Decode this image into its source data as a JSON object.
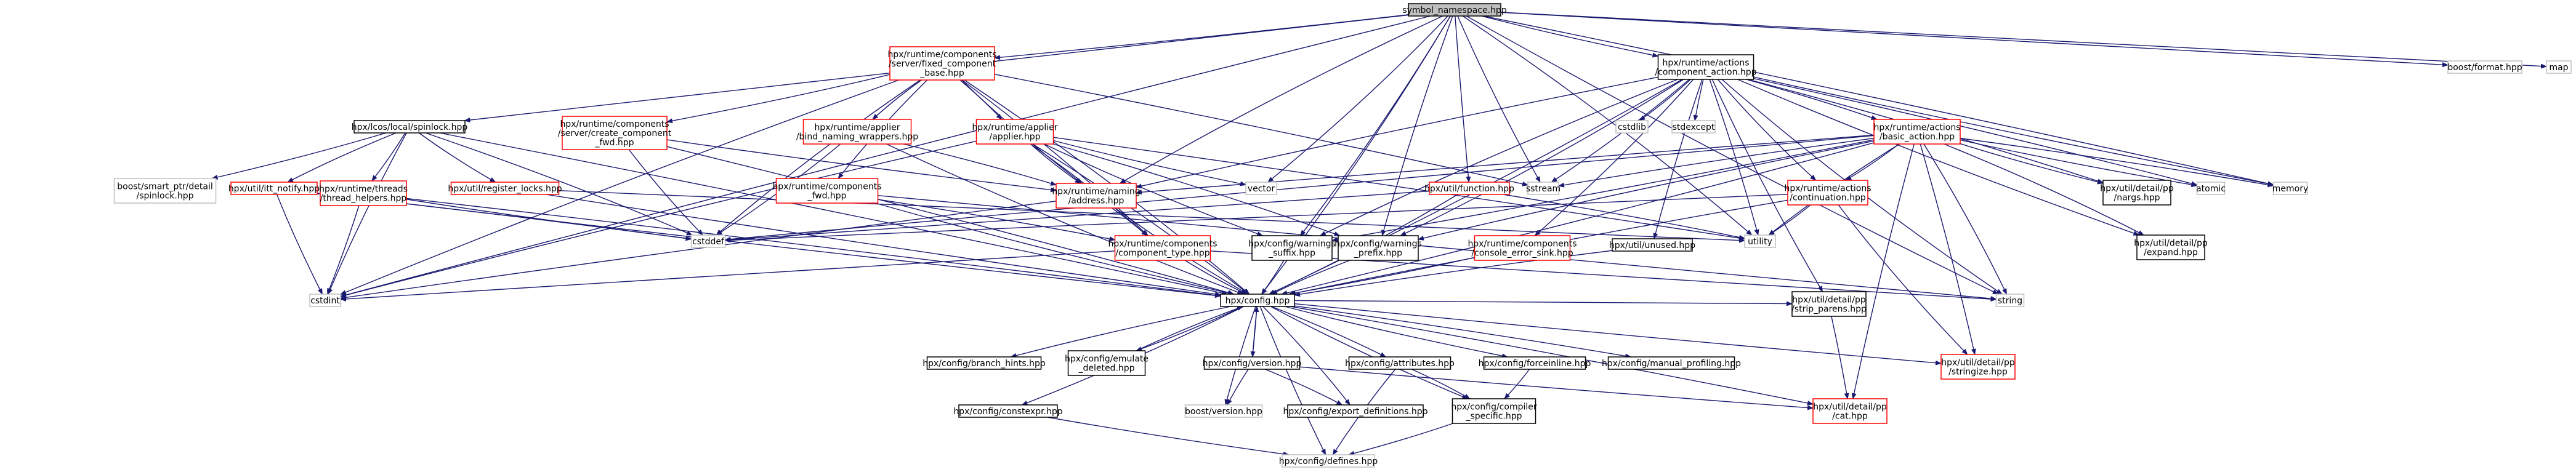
{
  "colors": {
    "background": "#ffffff",
    "root_fill": "#bfbfbf",
    "root_border": "#000000",
    "documented_border": "#000000",
    "undocumented_border": "#ff0000",
    "external_border": "#bfbfbf",
    "edge": "#191970",
    "text": "#000000"
  },
  "nodes": [
    {
      "id": "root",
      "kind": "root",
      "lines": [
        "symbol_namespace.hpp"
      ]
    },
    {
      "id": "fixed_component_base",
      "kind": "undocumented",
      "lines": [
        "hpx/runtime/components",
        "/server/fixed_component",
        "_base.hpp"
      ]
    },
    {
      "id": "component_action",
      "kind": "documented",
      "lines": [
        "hpx/runtime/actions",
        "/component_action.hpp"
      ]
    },
    {
      "id": "boost_format",
      "kind": "external",
      "lines": [
        "boost/format.hpp"
      ]
    },
    {
      "id": "map",
      "kind": "external",
      "lines": [
        "map"
      ]
    },
    {
      "id": "spinlock",
      "kind": "documented",
      "lines": [
        "hpx/lcos/local/spinlock.hpp"
      ]
    },
    {
      "id": "create_component_fwd",
      "kind": "undocumented",
      "lines": [
        "hpx/runtime/components",
        "/server/create_component",
        "_fwd.hpp"
      ]
    },
    {
      "id": "bind_naming_wrappers",
      "kind": "undocumented",
      "lines": [
        "hpx/runtime/applier",
        "/bind_naming_wrappers.hpp"
      ]
    },
    {
      "id": "applier",
      "kind": "undocumented",
      "lines": [
        "hpx/runtime/applier",
        "/applier.hpp"
      ]
    },
    {
      "id": "components_fwd",
      "kind": "undocumented",
      "lines": [
        "hpx/runtime/components",
        "_fwd.hpp"
      ]
    },
    {
      "id": "cstdlib",
      "kind": "external",
      "lines": [
        "cstdlib"
      ]
    },
    {
      "id": "stdexcept",
      "kind": "external",
      "lines": [
        "stdexcept"
      ]
    },
    {
      "id": "basic_action",
      "kind": "undocumented",
      "lines": [
        "hpx/runtime/actions",
        "/basic_action.hpp"
      ]
    },
    {
      "id": "smart_ptr_spinlock",
      "kind": "external",
      "lines": [
        "boost/smart_ptr/detail",
        "/spinlock.hpp"
      ]
    },
    {
      "id": "itt_notify",
      "kind": "undocumented",
      "lines": [
        "hpx/util/itt_notify.hpp"
      ]
    },
    {
      "id": "thread_helpers",
      "kind": "undocumented",
      "lines": [
        "hpx/runtime/threads",
        "/thread_helpers.hpp"
      ]
    },
    {
      "id": "register_locks",
      "kind": "undocumented",
      "lines": [
        "hpx/util/register_locks.hpp"
      ]
    },
    {
      "id": "naming_address",
      "kind": "undocumented",
      "lines": [
        "hpx/runtime/naming",
        "/address.hpp"
      ]
    },
    {
      "id": "vector",
      "kind": "external",
      "lines": [
        "vector"
      ]
    },
    {
      "id": "sstream",
      "kind": "external",
      "lines": [
        "sstream"
      ]
    },
    {
      "id": "util_function",
      "kind": "undocumented",
      "lines": [
        "hpx/util/function.hpp"
      ]
    },
    {
      "id": "continuation",
      "kind": "undocumented",
      "lines": [
        "hpx/runtime/actions",
        "/continuation.hpp"
      ]
    },
    {
      "id": "atomic",
      "kind": "external",
      "lines": [
        "atomic"
      ]
    },
    {
      "id": "memory",
      "kind": "external",
      "lines": [
        "memory"
      ]
    },
    {
      "id": "margs",
      "kind": "documented",
      "lines": [
        "hpx/util/detail/pp",
        "/nargs.hpp"
      ]
    },
    {
      "id": "expand",
      "kind": "documented",
      "lines": [
        "hpx/util/detail/pp",
        "/expand.hpp"
      ]
    },
    {
      "id": "cstddef",
      "kind": "external",
      "lines": [
        "cstddef"
      ]
    },
    {
      "id": "component_type",
      "kind": "undocumented",
      "lines": [
        "hpx/runtime/components",
        "/component_type.hpp"
      ]
    },
    {
      "id": "warnings_suffix",
      "kind": "documented",
      "lines": [
        "hpx/config/warnings",
        "_suffix.hpp"
      ]
    },
    {
      "id": "warnings_prefix",
      "kind": "documented",
      "lines": [
        "hpx/config/warnings",
        "_prefix.hpp"
      ]
    },
    {
      "id": "console_error_sink",
      "kind": "undocumented",
      "lines": [
        "hpx/runtime/components",
        "/console_error_sink.hpp"
      ]
    },
    {
      "id": "util_unused",
      "kind": "documented",
      "lines": [
        "hpx/util/unused.hpp"
      ]
    },
    {
      "id": "utility",
      "kind": "external",
      "lines": [
        "utility"
      ]
    },
    {
      "id": "strip_parens",
      "kind": "documented",
      "lines": [
        "hpx/util/detail/pp",
        "/strip_parens.hpp"
      ]
    },
    {
      "id": "string",
      "kind": "external",
      "lines": [
        "string"
      ]
    },
    {
      "id": "cstdint",
      "kind": "external",
      "lines": [
        "cstdint"
      ]
    },
    {
      "id": "config",
      "kind": "documented",
      "lines": [
        "hpx/config.hpp"
      ]
    },
    {
      "id": "branch_hints",
      "kind": "documented",
      "lines": [
        "hpx/config/branch_hints.hpp"
      ]
    },
    {
      "id": "emulate_deleted",
      "kind": "documented",
      "lines": [
        "hpx/config/emulate",
        "_deleted.hpp"
      ]
    },
    {
      "id": "config_version",
      "kind": "documented",
      "lines": [
        "hpx/config/version.hpp"
      ]
    },
    {
      "id": "attributes",
      "kind": "documented",
      "lines": [
        "hpx/config/attributes.hpp"
      ]
    },
    {
      "id": "forceinline",
      "kind": "documented",
      "lines": [
        "hpx/config/forceinline.hpp"
      ]
    },
    {
      "id": "manual_profiling",
      "kind": "documented",
      "lines": [
        "hpx/config/manual_profiling.hpp"
      ]
    },
    {
      "id": "stringize",
      "kind": "undocumented",
      "lines": [
        "hpx/util/detail/pp",
        "/stringize.hpp"
      ]
    },
    {
      "id": "constexpr",
      "kind": "documented",
      "lines": [
        "hpx/config/constexpr.hpp"
      ]
    },
    {
      "id": "boost_version",
      "kind": "external",
      "lines": [
        "boost/version.hpp"
      ]
    },
    {
      "id": "export_definitions",
      "kind": "documented",
      "lines": [
        "hpx/config/export_definitions.hpp"
      ]
    },
    {
      "id": "compiler_specific",
      "kind": "documented",
      "lines": [
        "hpx/config/compiler",
        "_specific.hpp"
      ]
    },
    {
      "id": "cat",
      "kind": "undocumented",
      "lines": [
        "hpx/util/detail/pp",
        "/cat.hpp"
      ]
    },
    {
      "id": "defines",
      "kind": "external",
      "lines": [
        "hpx/config/defines.hpp"
      ]
    }
  ],
  "edges": [
    [
      "root",
      "fixed_component_base"
    ],
    [
      "root",
      "component_action"
    ],
    [
      "root",
      "boost_format"
    ],
    [
      "root",
      "map"
    ],
    [
      "root",
      "spinlock"
    ],
    [
      "root",
      "cstdint"
    ],
    [
      "root",
      "config"
    ],
    [
      "root",
      "naming_address"
    ],
    [
      "root",
      "vector"
    ],
    [
      "root",
      "util_function"
    ],
    [
      "root",
      "warnings_suffix"
    ],
    [
      "root",
      "warnings_prefix"
    ],
    [
      "root",
      "memory"
    ],
    [
      "root",
      "string"
    ],
    [
      "root",
      "utility"
    ],
    [
      "root",
      "sstream"
    ],
    [
      "fixed_component_base",
      "create_component_fwd"
    ],
    [
      "fixed_component_base",
      "bind_naming_wrappers"
    ],
    [
      "fixed_component_base",
      "applier"
    ],
    [
      "fixed_component_base",
      "components_fwd"
    ],
    [
      "fixed_component_base",
      "component_type"
    ],
    [
      "fixed_component_base",
      "naming_address"
    ],
    [
      "fixed_component_base",
      "config"
    ],
    [
      "fixed_component_base",
      "cstddef"
    ],
    [
      "fixed_component_base",
      "sstream"
    ],
    [
      "fixed_component_base",
      "cstdint"
    ],
    [
      "component_action",
      "basic_action"
    ],
    [
      "component_action",
      "continuation"
    ],
    [
      "component_action",
      "cstdlib"
    ],
    [
      "component_action",
      "stdexcept"
    ],
    [
      "component_action",
      "sstream"
    ],
    [
      "component_action",
      "naming_address"
    ],
    [
      "component_action",
      "margs"
    ],
    [
      "component_action",
      "expand"
    ],
    [
      "component_action",
      "console_error_sink"
    ],
    [
      "component_action",
      "util_unused"
    ],
    [
      "component_action",
      "utility"
    ],
    [
      "component_action",
      "strip_parens"
    ],
    [
      "component_action",
      "config"
    ],
    [
      "component_action",
      "memory"
    ],
    [
      "component_action",
      "atomic"
    ],
    [
      "component_action",
      "warnings_suffix"
    ],
    [
      "component_action",
      "warnings_prefix"
    ],
    [
      "component_action",
      "string"
    ],
    [
      "spinlock",
      "smart_ptr_spinlock"
    ],
    [
      "spinlock",
      "itt_notify"
    ],
    [
      "spinlock",
      "thread_helpers"
    ],
    [
      "spinlock",
      "register_locks"
    ],
    [
      "spinlock",
      "config"
    ],
    [
      "spinlock",
      "cstdint"
    ],
    [
      "spinlock",
      "cstddef"
    ],
    [
      "create_component_fwd",
      "naming_address"
    ],
    [
      "create_component_fwd",
      "config"
    ],
    [
      "create_component_fwd",
      "cstddef"
    ],
    [
      "bind_naming_wrappers",
      "naming_address"
    ],
    [
      "bind_naming_wrappers",
      "config"
    ],
    [
      "bind_naming_wrappers",
      "cstddef"
    ],
    [
      "applier",
      "naming_address"
    ],
    [
      "applier",
      "component_type"
    ],
    [
      "applier",
      "vector"
    ],
    [
      "applier",
      "config"
    ],
    [
      "applier",
      "warnings_suffix"
    ],
    [
      "applier",
      "warnings_prefix"
    ],
    [
      "applier",
      "cstdint"
    ],
    [
      "applier",
      "utility"
    ],
    [
      "components_fwd",
      "config"
    ],
    [
      "components_fwd",
      "component_type"
    ],
    [
      "components_fwd",
      "string"
    ],
    [
      "basic_action",
      "continuation"
    ],
    [
      "basic_action",
      "margs"
    ],
    [
      "basic_action",
      "expand"
    ],
    [
      "basic_action",
      "atomic"
    ],
    [
      "basic_action",
      "memory"
    ],
    [
      "basic_action",
      "sstream"
    ],
    [
      "basic_action",
      "string"
    ],
    [
      "basic_action",
      "utility"
    ],
    [
      "basic_action",
      "stringize"
    ],
    [
      "basic_action",
      "cat"
    ],
    [
      "basic_action",
      "config"
    ],
    [
      "basic_action",
      "naming_address"
    ],
    [
      "basic_action",
      "warnings_suffix"
    ],
    [
      "basic_action",
      "warnings_prefix"
    ],
    [
      "basic_action",
      "cstddef"
    ],
    [
      "itt_notify",
      "config"
    ],
    [
      "itt_notify",
      "cstddef"
    ],
    [
      "itt_notify",
      "cstdint"
    ],
    [
      "thread_helpers",
      "config"
    ],
    [
      "thread_helpers",
      "cstddef"
    ],
    [
      "thread_helpers",
      "cstdint"
    ],
    [
      "register_locks",
      "config"
    ],
    [
      "register_locks",
      "utility"
    ],
    [
      "naming_address",
      "config"
    ],
    [
      "naming_address",
      "component_type"
    ],
    [
      "naming_address",
      "cstdint"
    ],
    [
      "util_function",
      "config"
    ],
    [
      "util_function",
      "cstddef"
    ],
    [
      "util_function",
      "utility"
    ],
    [
      "continuation",
      "config"
    ],
    [
      "continuation",
      "utility"
    ],
    [
      "continuation",
      "stringize"
    ],
    [
      "continuation",
      "cstddef"
    ],
    [
      "component_type",
      "config"
    ],
    [
      "component_type",
      "cstdint"
    ],
    [
      "component_type",
      "string"
    ],
    [
      "warnings_suffix",
      "config"
    ],
    [
      "warnings_prefix",
      "config"
    ],
    [
      "console_error_sink",
      "config"
    ],
    [
      "util_unused",
      "config"
    ],
    [
      "strip_parens",
      "cat"
    ],
    [
      "config",
      "branch_hints"
    ],
    [
      "config",
      "emulate_deleted"
    ],
    [
      "config",
      "config_version"
    ],
    [
      "config",
      "attributes"
    ],
    [
      "config",
      "forceinline"
    ],
    [
      "config",
      "manual_profiling"
    ],
    [
      "config",
      "stringize"
    ],
    [
      "config",
      "constexpr"
    ],
    [
      "config",
      "boost_version"
    ],
    [
      "config",
      "export_definitions"
    ],
    [
      "config",
      "compiler_specific"
    ],
    [
      "config",
      "cat"
    ],
    [
      "config",
      "defines"
    ],
    [
      "config",
      "strip_parens"
    ],
    [
      "emulate_deleted",
      "config"
    ],
    [
      "config_version",
      "config"
    ],
    [
      "config_version",
      "boost_version"
    ],
    [
      "config_version",
      "export_definitions"
    ],
    [
      "config_version",
      "cat"
    ],
    [
      "attributes",
      "compiler_specific"
    ],
    [
      "attributes",
      "defines"
    ],
    [
      "forceinline",
      "compiler_specific"
    ],
    [
      "constexpr",
      "defines"
    ],
    [
      "compiler_specific",
      "defines"
    ]
  ]
}
